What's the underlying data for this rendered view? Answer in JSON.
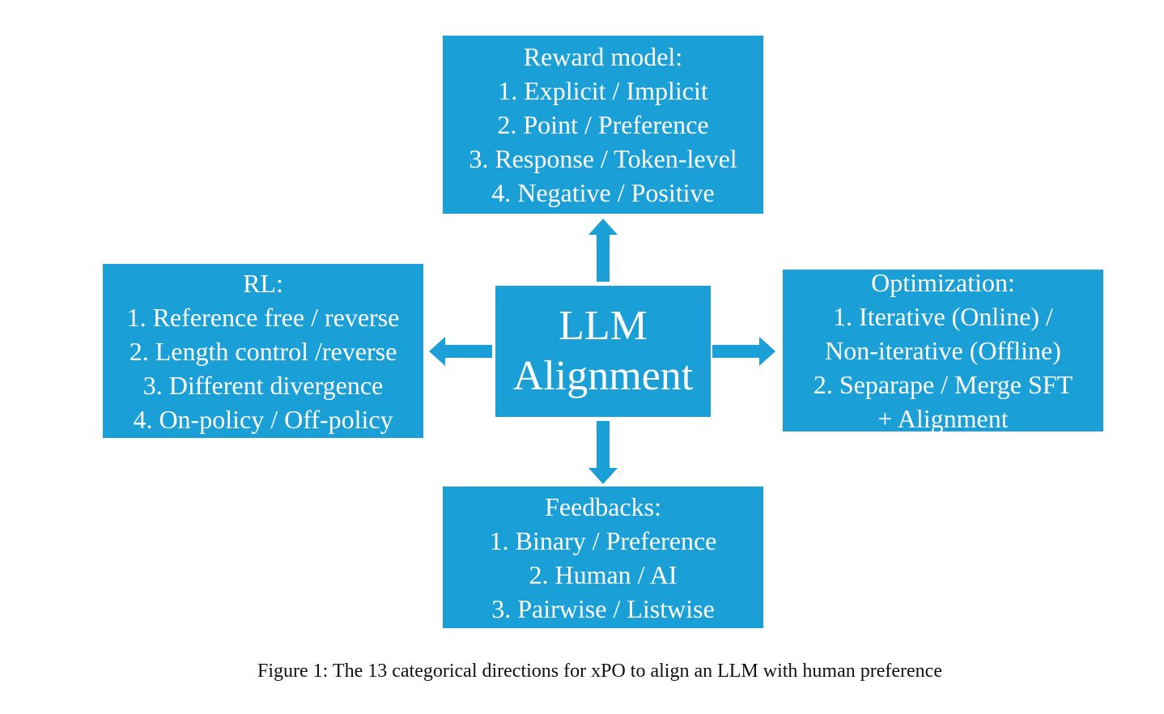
{
  "colors": {
    "box_fill": "#1a9fd6",
    "box_text": "#ffffff",
    "arrow": "#1a9fd6"
  },
  "diagram": {
    "center": {
      "lines": [
        "LLM",
        "Alignment"
      ]
    },
    "top": {
      "lines": [
        "Reward model:",
        "1. Explicit / Implicit",
        "2. Point / Preference",
        "3. Response / Token-level",
        "4. Negative / Positive"
      ]
    },
    "left": {
      "lines": [
        "RL:",
        "1. Reference free / reverse",
        "2. Length control /reverse",
        "3. Different divergence",
        "4. On-policy / Off-policy"
      ]
    },
    "right": {
      "lines": [
        "Optimization:",
        "1. Iterative (Online) /",
        "Non-iterative (Offline)",
        "2. Separape / Merge SFT",
        "+ Alignment"
      ]
    },
    "bottom": {
      "lines": [
        "Feedbacks:",
        "1. Binary / Preference",
        "2. Human / AI",
        "3. Pairwise / Listwise"
      ]
    }
  },
  "caption": "Figure 1: The 13 categorical directions for xPO to align an LLM with human preference"
}
